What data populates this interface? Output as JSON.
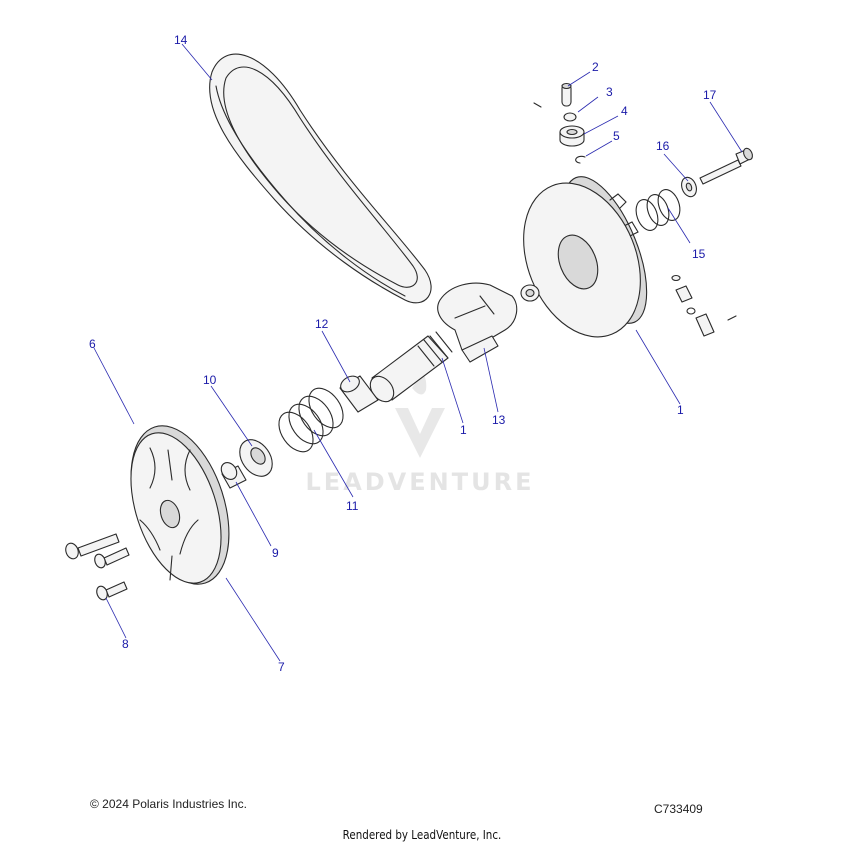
{
  "callouts": {
    "c1a": "1",
    "c1b": "1",
    "c2": "2",
    "c3": "3",
    "c4": "4",
    "c5": "5",
    "c6": "6",
    "c7": "7",
    "c8": "8",
    "c9": "9",
    "c10": "10",
    "c11": "11",
    "c12": "12",
    "c13": "13",
    "c14": "14",
    "c15": "15",
    "c16": "16",
    "c17": "17"
  },
  "watermark": {
    "text": "LEADVENTURE"
  },
  "footer": {
    "copyright": "© 2024 Polaris Industries Inc.",
    "diagram_id": "C733409",
    "rendered_by": "Rendered by LeadVenture, Inc."
  },
  "colors": {
    "callout": "#1a1aa8",
    "line": "#2b2b2b",
    "fill": "#f4f4f4",
    "watermark": "#e2e2e2"
  }
}
